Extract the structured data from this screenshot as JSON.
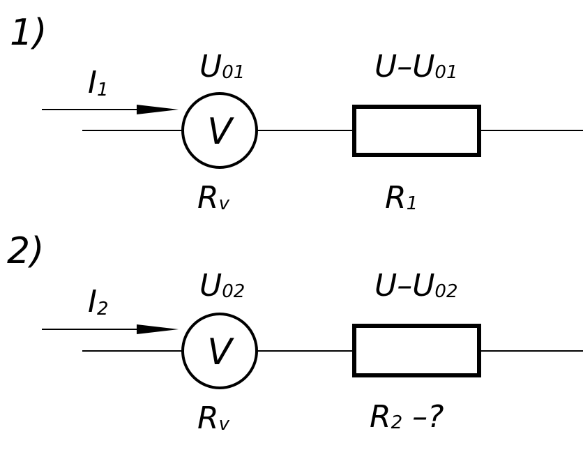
{
  "circuits": [
    {
      "number": "1)",
      "current": {
        "main": "I",
        "sub": "1"
      },
      "voltmeter_voltage": {
        "main": "U",
        "sub": "01"
      },
      "meter_symbol": "V",
      "meter_resistance": {
        "main": "R",
        "sub": "v"
      },
      "resistor_voltage": {
        "main": "U–U",
        "sub": "01"
      },
      "resistor_label": {
        "main": "R",
        "sub": "1",
        "suffix": ""
      }
    },
    {
      "number": "2)",
      "current": {
        "main": "I",
        "sub": "2"
      },
      "voltmeter_voltage": {
        "main": "U",
        "sub": "02"
      },
      "meter_symbol": "V",
      "meter_resistance": {
        "main": "R",
        "sub": "v"
      },
      "resistor_voltage": {
        "main": "U–U",
        "sub": "02"
      },
      "resistor_label": {
        "main": "R",
        "sub": "2",
        "suffix": " –?"
      }
    }
  ]
}
